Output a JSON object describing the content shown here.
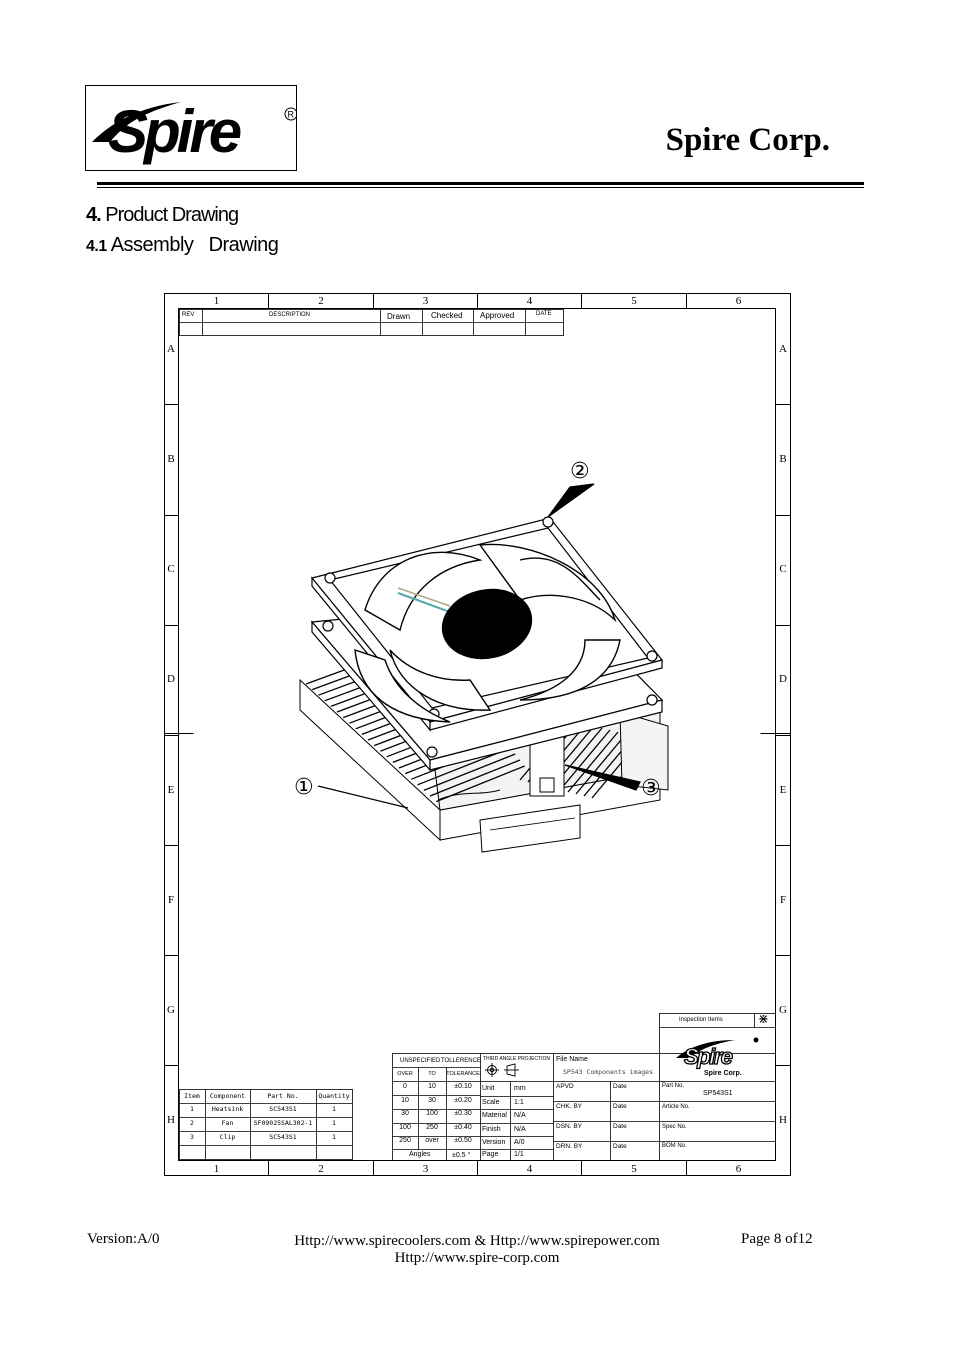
{
  "header": {
    "logo_text": "Spire",
    "logo_registered": "®",
    "company": "Spire Corp."
  },
  "section": {
    "num": "4.",
    "title": "Product Drawing",
    "sub_num": "4.1",
    "sub_title": "Assembly   Drawing"
  },
  "drawing": {
    "col_numbers": [
      "1",
      "2",
      "3",
      "4",
      "5",
      "6"
    ],
    "row_letters": [
      "A",
      "B",
      "C",
      "D",
      "E",
      "F",
      "G",
      "H"
    ],
    "revision_header": {
      "rev": "REV",
      "description": "DESCRIPTION",
      "drawn": "Drawn",
      "checked": "Checked",
      "approved": "Approved",
      "date": "DATE"
    },
    "callouts": [
      "①",
      "②",
      "③"
    ],
    "bom": {
      "headers": [
        "Item",
        "Component",
        "Part No.",
        "Quantity"
      ],
      "rows": [
        [
          "1",
          "Heatsink",
          "SC543S1",
          "1"
        ],
        [
          "2",
          "Fan",
          "SF09025SAL302-1",
          "1"
        ],
        [
          "3",
          "Clip",
          "SC543S1",
          "1"
        ]
      ]
    },
    "tolerance": {
      "title_left": "UNSPECIFIED",
      "title_right": "TOLLERENCE",
      "headers": [
        "OVER",
        "TO",
        "TOLERANCE"
      ],
      "rows": [
        [
          "0",
          "10",
          "±0.10"
        ],
        [
          "10",
          "30",
          "±0.20"
        ],
        [
          "30",
          "100",
          "±0.30"
        ],
        [
          "100",
          "250",
          "±0.40"
        ],
        [
          "250",
          "over",
          "±0.50"
        ]
      ],
      "angles_label": "Angles",
      "angles_value": "±0.5 °"
    },
    "projection": {
      "title": "THIRD ANGLE PROJECTION",
      "rows": [
        [
          "Unit",
          "mm"
        ],
        [
          "Scale",
          "1:1"
        ],
        [
          "Material",
          "N/A"
        ],
        [
          "Finish",
          "N/A"
        ],
        [
          "Version",
          "A/0"
        ],
        [
          "Page",
          "1/1"
        ]
      ]
    },
    "file": {
      "label": "File Name",
      "value": "SP543 Components images"
    },
    "signoff": [
      [
        "APVD",
        "Date"
      ],
      [
        "CHK. BY",
        "Date"
      ],
      [
        "DSN. BY",
        "Date"
      ],
      [
        "DRN. BY",
        "Date"
      ]
    ],
    "inspection": {
      "label": "Inspection Items",
      "mark": "⋇"
    },
    "title_logo_text": "Spire",
    "title_corp": "Spire Corp.",
    "part_no_label": "Part No.",
    "part_no_value": "SP543S1",
    "article_label": "Article No.",
    "spec_label": "Spec No.",
    "bom_label": "BOM No."
  },
  "footer": {
    "version": "Version:A/0",
    "links_line1": "Http://www.spirecoolers.com    &    Http://www.spirepower.com",
    "links_line2": "Http://www.spire-corp.com",
    "page": "Page 8 of12"
  }
}
